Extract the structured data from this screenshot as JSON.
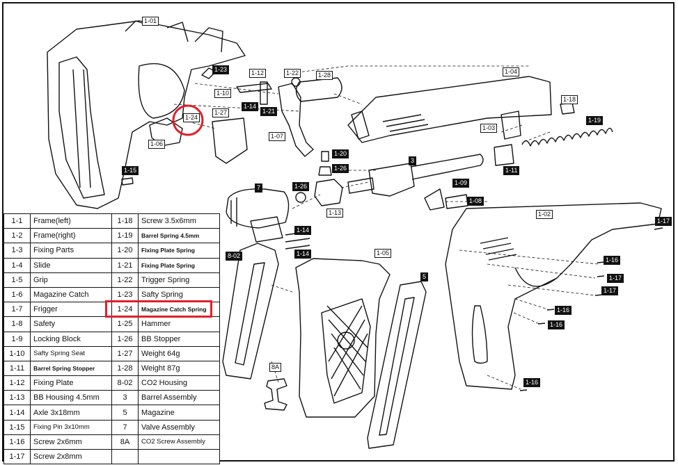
{
  "callouts": {
    "c_1_01": "1-01",
    "c_1_23": "1-23",
    "c_1_12": "1-12",
    "c_1_22": "1-22",
    "c_1_28": "1-28",
    "c_1_04": "1-04",
    "c_1_10": "1-10",
    "c_1_14a": "1-14",
    "c_1_21": "1-21",
    "c_1_24": "1-24",
    "c_1_27": "1-27",
    "c_1_18": "1-18",
    "c_1_19": "1-19",
    "c_1_03": "1-03",
    "c_1_07": "1-07",
    "c_1_06": "1-06",
    "c_1_20": "1-20",
    "c_1_26a": "1-26",
    "c_3": "3",
    "c_1_11": "1-11",
    "c_1_15": "1-15",
    "c_7": "7",
    "c_1_26b": "1-26",
    "c_1_09": "1-09",
    "c_1_08": "1-08",
    "c_1_13": "1-13",
    "c_1_02": "1-02",
    "c_1_17a": "1-17",
    "c_1_14b": "1-14",
    "c_1_14c": "1-14",
    "c_8_02": "8-02",
    "c_1_05": "1-05",
    "c_1_16a": "1-16",
    "c_1_17b": "1-17",
    "c_1_17c": "1-17",
    "c_5": "5",
    "c_1_16b": "1-16",
    "c_1_16c": "1-16",
    "c_8a": "8A",
    "c_1_16d": "1-16"
  },
  "highlight_color": "#e0202a",
  "parts": [
    {
      "n1": "1-1",
      "p1": "Frame(left)",
      "n2": "1-18",
      "p2": "Screw 3.5x6mm"
    },
    {
      "n1": "1-2",
      "p1": "Frame(right)",
      "n2": "1-19",
      "p2": "Barrel Spring 4.5mm"
    },
    {
      "n1": "1-3",
      "p1": "Fixing Parts",
      "n2": "1-20",
      "p2": "Fixing Plate Spring"
    },
    {
      "n1": "1-4",
      "p1": "Slide",
      "n2": "1-21",
      "p2": "Fixing Plate Spring"
    },
    {
      "n1": "1-5",
      "p1": "Grip",
      "n2": "1-22",
      "p2": "Trigger Spring"
    },
    {
      "n1": "1-6",
      "p1": "Magazine Catch",
      "n2": "1-23",
      "p2": "Safty Spring"
    },
    {
      "n1": "1-7",
      "p1": "Frigger",
      "n2": "1-24",
      "p2": "Magazine Catch Spring"
    },
    {
      "n1": "1-8",
      "p1": "Safety",
      "n2": "1-25",
      "p2": "Hammer"
    },
    {
      "n1": "1-9",
      "p1": "Locking Block",
      "n2": "1-26",
      "p2": "BB Stopper"
    },
    {
      "n1": "1-10",
      "p1": "Safty Spring Seat",
      "n2": "1-27",
      "p2": "Weight 64g"
    },
    {
      "n1": "1-11",
      "p1": "Barrel Spring Stopper",
      "n2": "1-28",
      "p2": "Weight 87g"
    },
    {
      "n1": "1-12",
      "p1": "Fixing Plate",
      "n2": "8-02",
      "p2": "CO2 Housing"
    },
    {
      "n1": "1-13",
      "p1": "BB Housing 4.5mm",
      "n2": "3",
      "p2": "Barrel Assembly"
    },
    {
      "n1": "1-14",
      "p1": "Axle 3x18mm",
      "n2": "5",
      "p2": "Magazine"
    },
    {
      "n1": "1-15",
      "p1": "Fixing Pin 3x10mm",
      "n2": "7",
      "p2": "Valve Assembly"
    },
    {
      "n1": "1-16",
      "p1": "Screw 2x6mm",
      "n2": "8A",
      "p2": "CO2 Screw Assembly"
    },
    {
      "n1": "1-17",
      "p1": "Screw 2x8mm",
      "n2": "",
      "p2": ""
    }
  ]
}
